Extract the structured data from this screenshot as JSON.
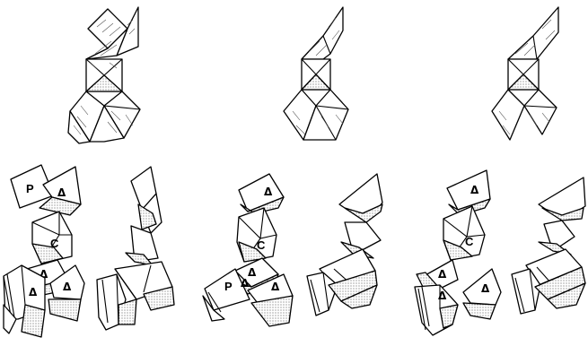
{
  "labels": {
    "top_face": "P",
    "center_face": "C",
    "triangle_marker": "Δ"
  }
}
